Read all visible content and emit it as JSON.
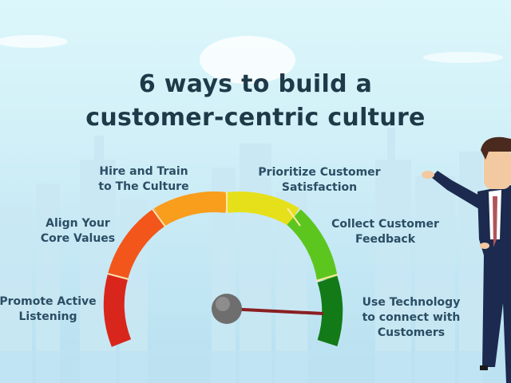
{
  "title": {
    "line1": "6 ways to build a",
    "line2": "customer-centric culture"
  },
  "steps": [
    {
      "line1": "Promote Active",
      "line2": "Listening"
    },
    {
      "line1": "Align Your",
      "line2": "Core Values"
    },
    {
      "line1": "Hire and Train",
      "line2": "to The Culture"
    },
    {
      "line1": "Prioritize Customer",
      "line2": "Satisfaction"
    },
    {
      "line1": "Collect Customer",
      "line2": "Feedback"
    },
    {
      "line1": "Use Technology",
      "line2": "to connect with",
      "line3": "Customers"
    }
  ],
  "gauge": {
    "segments": 6,
    "colors": [
      "#d9261c",
      "#f2561a",
      "#f99d1c",
      "#e6e01a",
      "#5cc61e",
      "#137a18"
    ],
    "needle_color": "#8a1f22",
    "hub_color": "#6e6e6e"
  },
  "palette": {
    "title": "#1e3948",
    "label": "#2b4e64",
    "suit": "#1b2a4e",
    "tie": "#b0545a"
  }
}
